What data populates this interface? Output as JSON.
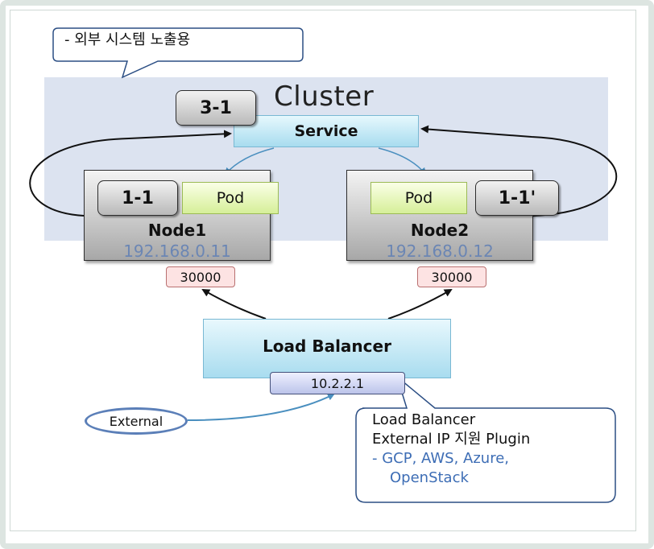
{
  "callout_top": {
    "text": "- 외부 시스템 노출용"
  },
  "cluster": {
    "label": "Cluster"
  },
  "service": {
    "label": "Service"
  },
  "tags": {
    "service": "3-1",
    "node1_pod": "1-1",
    "node2_pod": "1-1'"
  },
  "nodes": [
    {
      "name": "Node1",
      "ip": "192.168.0.11",
      "pod": "Pod",
      "port": "30000"
    },
    {
      "name": "Node2",
      "ip": "192.168.0.12",
      "pod": "Pod",
      "port": "30000"
    }
  ],
  "load_balancer": {
    "label": "Load Balancer",
    "ip": "10.2.2.1"
  },
  "external": {
    "label": "External"
  },
  "callout_lb": {
    "line1": "Load Balancer",
    "line2": "External IP 지원 Plugin",
    "line3": "-  GCP, AWS, Azure,",
    "line4": "OpenStack"
  },
  "colors": {
    "cluster_bg": "#dce3f0",
    "service_fill": "#a8dcef",
    "pod_fill": "#d6ef99",
    "ip_text": "#6b86b4",
    "port_fill": "#fde3e3",
    "external_border": "#5b7fb8",
    "plugin_text": "#3d6db5"
  }
}
